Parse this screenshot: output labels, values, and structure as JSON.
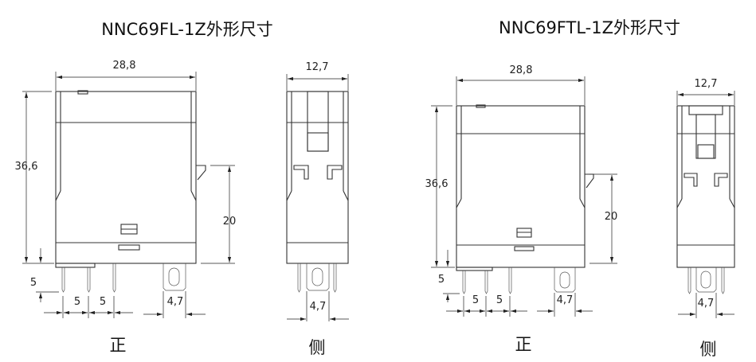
{
  "diagrams": [
    {
      "title": "NNC69FL-1Z外形尺寸",
      "front": {
        "label": "正",
        "width": "28,8",
        "height": "36,6",
        "pin_length": "5",
        "pin_pitch_1": "5",
        "pin_pitch_2": "5",
        "tab_width": "4,7",
        "latch_height": "20"
      },
      "side": {
        "label": "侧",
        "width": "12,7",
        "tab_width": "4,7"
      }
    },
    {
      "title": "NNC69FTL-1Z外形尺寸",
      "front": {
        "label": "正",
        "width": "28,8",
        "height": "36,6",
        "pin_length": "5",
        "pin_pitch_1": "5",
        "pin_pitch_2": "5",
        "tab_width": "4,7",
        "latch_height": "20"
      },
      "side": {
        "label": "侧",
        "width": "12,7",
        "tab_width": "4,7"
      }
    }
  ]
}
